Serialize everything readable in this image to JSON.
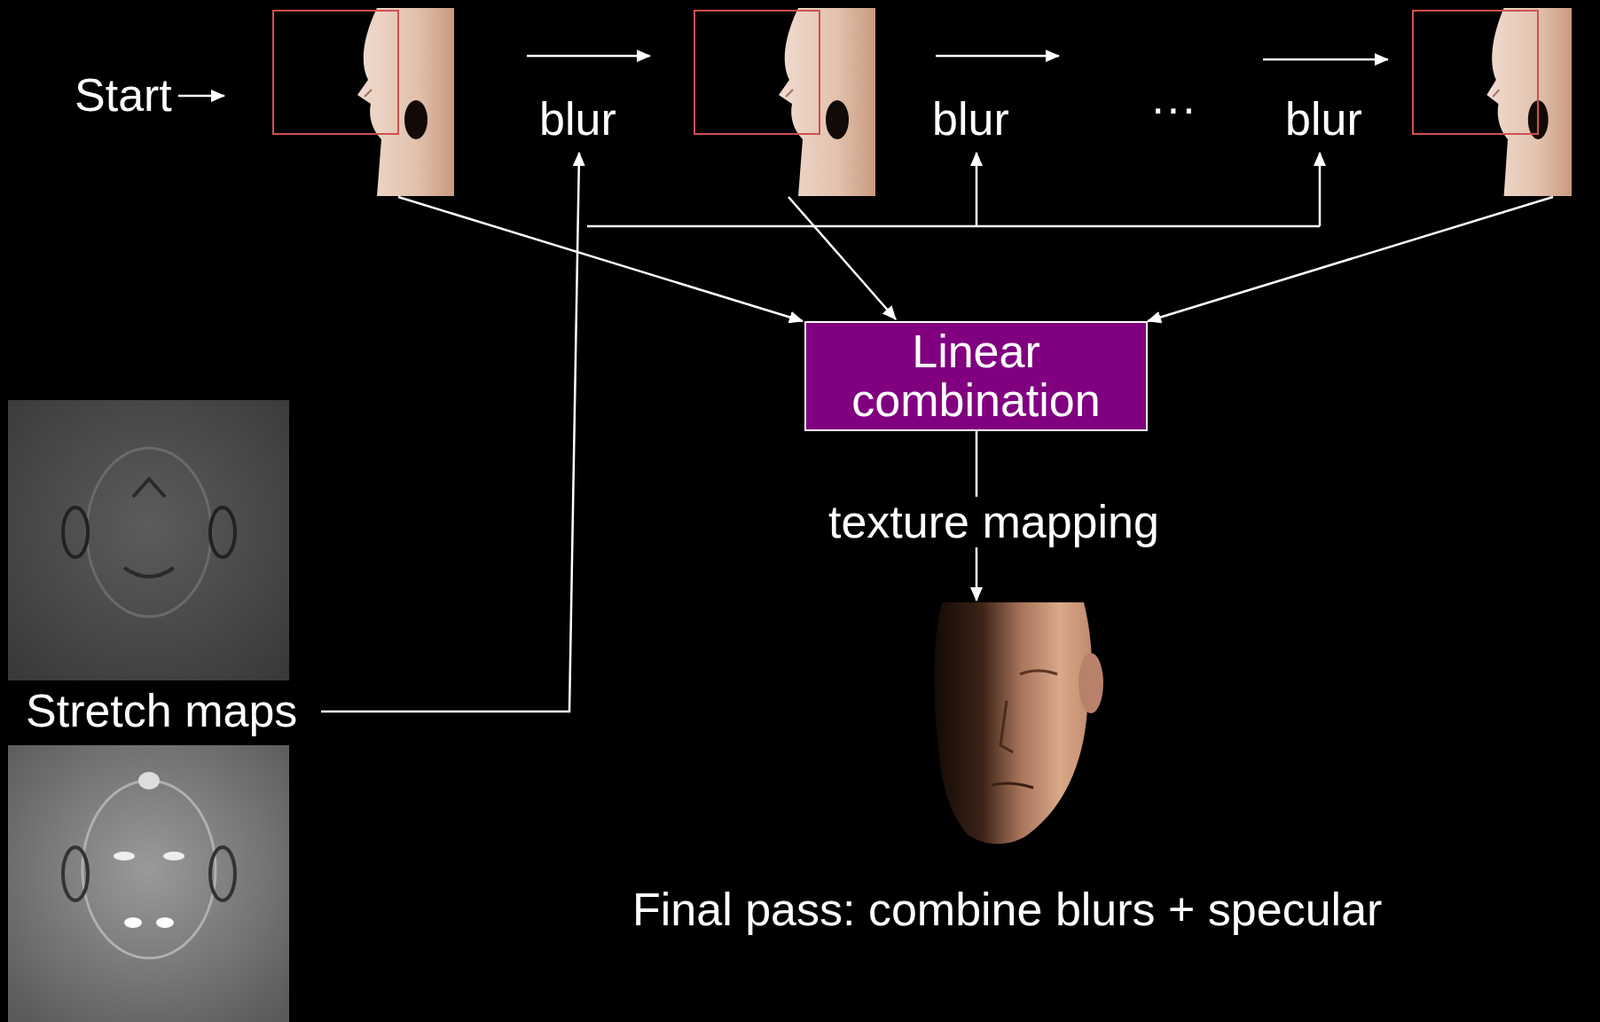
{
  "diagram": {
    "caption": "Final pass: combine blurs + specular",
    "nodes": [
      {
        "text": [
          "Linear combination"
        ]
      }
    ],
    "labels": [
      "Start",
      "blur",
      "blur",
      "···",
      "blur",
      "Stretch maps",
      "texture mapping"
    ]
  }
}
